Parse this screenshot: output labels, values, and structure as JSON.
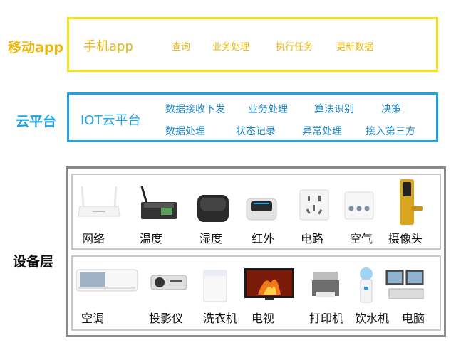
{
  "colors": {
    "mobile": "#f5e21c",
    "mobile_text": "#e8b812",
    "cloud": "#1ea4e6",
    "device_border": "#8a8a8a",
    "device_inner": "#c8c8c8"
  },
  "mobile": {
    "layer_label": "移动app",
    "title": "手机app",
    "functions": [
      "查询",
      "业务处理",
      "执行任务",
      "更新数据"
    ]
  },
  "cloud": {
    "layer_label": "云平台",
    "title": "IOT云平台",
    "functions_row1": [
      "数据接收下发",
      "业务处理",
      "算法识别",
      "决策"
    ],
    "functions_row2": [
      "数据处理",
      "状态记录",
      "异常处理",
      "接入第三方"
    ]
  },
  "device": {
    "layer_label": "设备层",
    "row1": [
      {
        "label": "网络",
        "icon": "router-icon"
      },
      {
        "label": "温度",
        "icon": "temperature-sensor-icon"
      },
      {
        "label": "湿度",
        "icon": "humidity-sensor-icon"
      },
      {
        "label": "红外",
        "icon": "infrared-remote-icon"
      },
      {
        "label": "电路",
        "icon": "power-socket-icon"
      },
      {
        "label": "空气",
        "icon": "air-sensor-icon"
      },
      {
        "label": "摄像头",
        "icon": "smart-lock-icon"
      }
    ],
    "row2": [
      {
        "label": "空调",
        "icon": "air-conditioner-icon"
      },
      {
        "label": "投影仪",
        "icon": "projector-icon"
      },
      {
        "label": "洗衣机",
        "icon": "washing-machine-icon"
      },
      {
        "label": "电视",
        "icon": "tv-icon"
      },
      {
        "label": "打印机",
        "icon": "printer-icon"
      },
      {
        "label": "饮水机",
        "icon": "water-dispenser-icon"
      },
      {
        "label": "电脑",
        "icon": "computer-icon"
      }
    ]
  }
}
